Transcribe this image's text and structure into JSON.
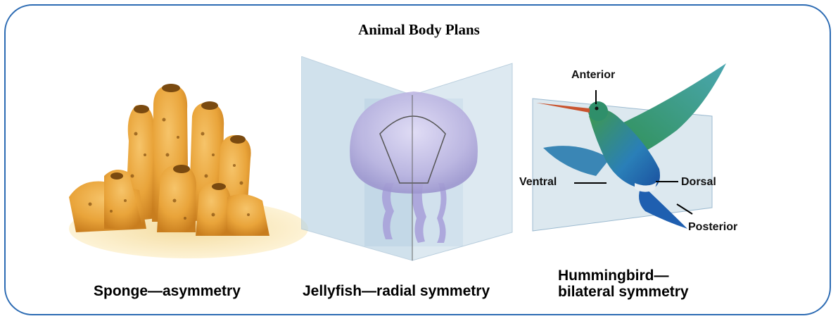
{
  "title": "Animal Body Plans",
  "colors": {
    "frame_border": "#2c6bb3",
    "sponge": "#e9a43a",
    "plane": "#b8d2e3",
    "jellyfish": "#b9b2e0",
    "hummingbird_body": "#2a7fb8",
    "hummingbird_back": "#3f9a4a"
  },
  "panels": [
    {
      "id": "sponge",
      "caption": "Sponge—asymmetry"
    },
    {
      "id": "jellyfish",
      "caption": "Jellyfish—radial symmetry"
    },
    {
      "id": "hummingbird",
      "caption_line1": "Hummingbird—",
      "caption_line2": "bilateral symmetry",
      "labels": {
        "anterior": "Anterior",
        "ventral": "Ventral",
        "dorsal": "Dorsal",
        "posterior": "Posterior"
      }
    }
  ]
}
